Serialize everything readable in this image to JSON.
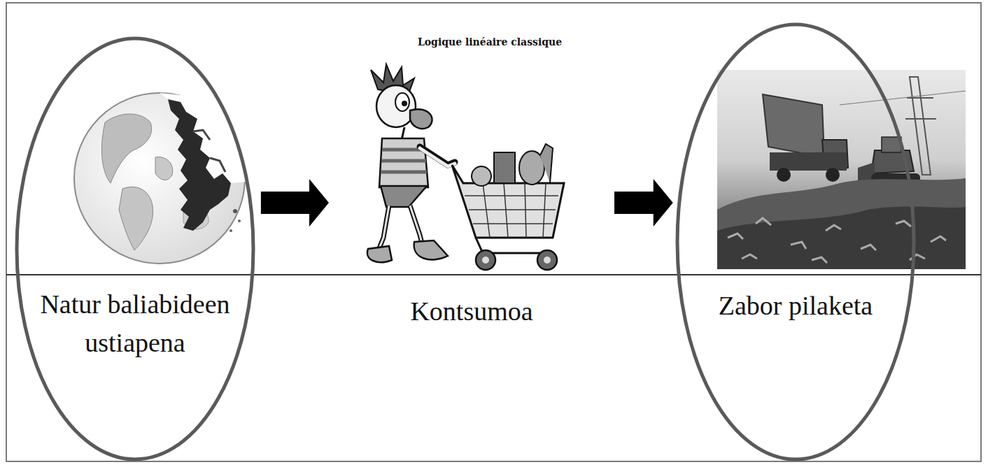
{
  "diagram": {
    "title": "Logique linéaire classique",
    "nodes": [
      {
        "text": [
          "Natur baliabideen ustiapena"
        ]
      },
      {
        "text": [
          "Kontsumoa"
        ]
      },
      {
        "text": [
          "Zabor pilaketa"
        ]
      }
    ],
    "edges": [
      {
        "from": 0,
        "to": 1,
        "arrow": "to"
      },
      {
        "from": 1,
        "to": 2,
        "arrow": "to"
      }
    ]
  }
}
